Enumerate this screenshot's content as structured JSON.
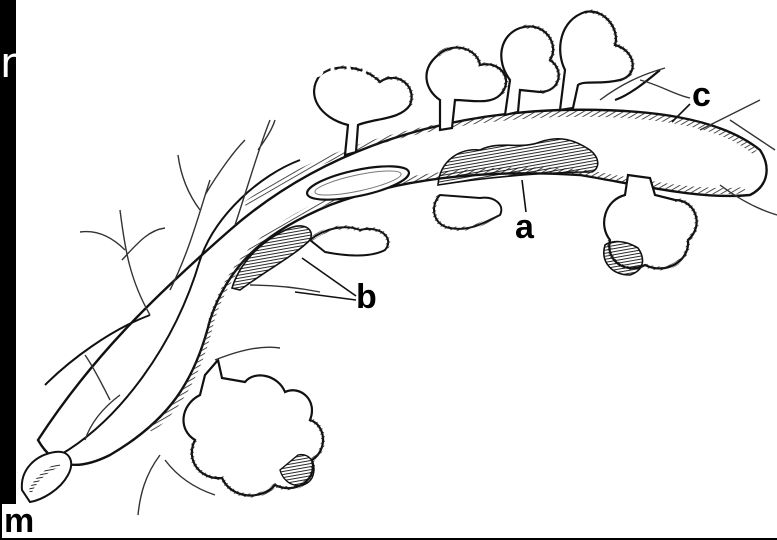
{
  "overlay_title": "ne ... ne ... Kystom...",
  "labels": {
    "a": "a",
    "b": "b",
    "c": "c",
    "m": "m"
  }
}
